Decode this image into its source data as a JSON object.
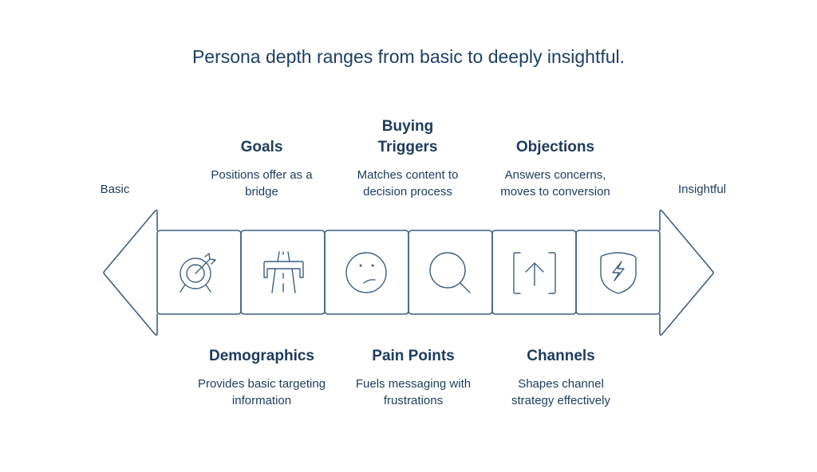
{
  "title": "Persona depth ranges from basic to deeply insightful.",
  "scale": {
    "start_label": "Basic",
    "end_label": "Insightful"
  },
  "colors": {
    "stroke": "#3f5f84",
    "text": "#1e3b5e",
    "background": "#ffffff"
  },
  "top_items": [
    {
      "heading": "Goals",
      "description": "Positions offer as a bridge"
    },
    {
      "heading": "Buying Triggers",
      "description": "Matches content to decision process"
    },
    {
      "heading": "Objections",
      "description": "Answers concerns, moves to conversion"
    }
  ],
  "bottom_items": [
    {
      "heading": "Demographics",
      "description": "Provides basic targeting information"
    },
    {
      "heading": "Pain Points",
      "description": "Fuels messaging with frustrations"
    },
    {
      "heading": "Channels",
      "description": "Shapes channel strategy effectively"
    }
  ],
  "stages": [
    {
      "icon": "target-icon"
    },
    {
      "icon": "highway-bridge-icon"
    },
    {
      "icon": "sad-face-icon"
    },
    {
      "icon": "magnifier-icon"
    },
    {
      "icon": "upload-arrow-icon"
    },
    {
      "icon": "shield-lightning-icon"
    }
  ]
}
